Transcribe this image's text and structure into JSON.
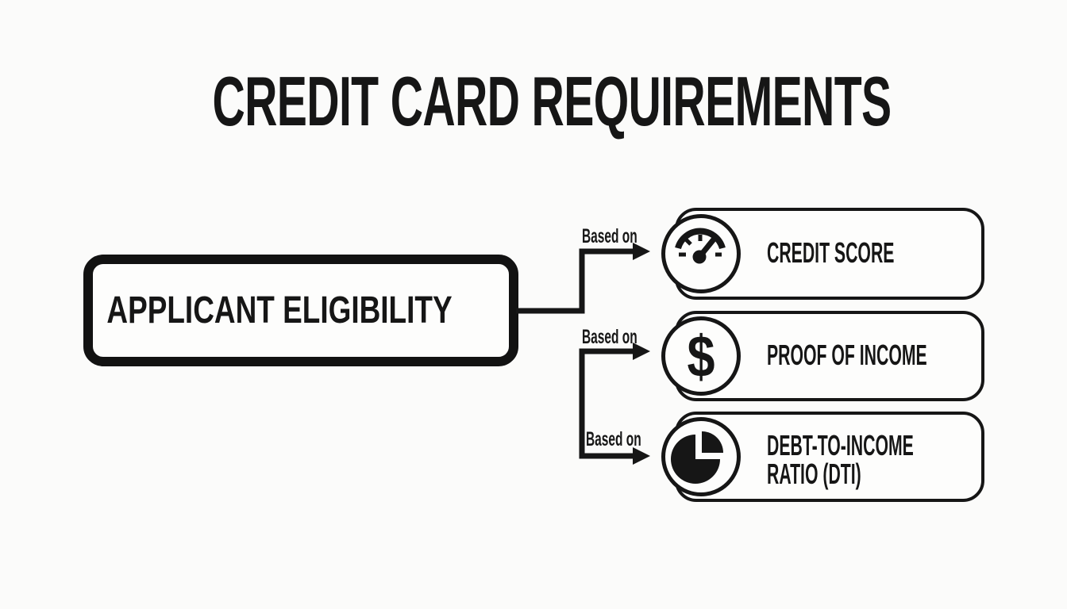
{
  "title": "CREDIT CARD REQUIREMENTS",
  "colors": {
    "ink": "#161616",
    "background": "#fbfbfa",
    "card_fill": "#fdfdfc"
  },
  "root_node": {
    "label": "APPLICANT ELIGIBILITY"
  },
  "connector_label": "Based on",
  "requirements": [
    {
      "icon": "speedometer-gauge-icon",
      "label": "CREDIT SCORE"
    },
    {
      "icon": "dollar-sign-icon",
      "label": "PROOF OF INCOME",
      "icon_glyph": "$"
    },
    {
      "icon": "pie-chart-icon",
      "label": "DEBT-TO-INCOME RATIO (DTI)",
      "label_line_1": "DEBT-TO-INCOME",
      "label_line_2": "RATIO (DTI)"
    }
  ]
}
